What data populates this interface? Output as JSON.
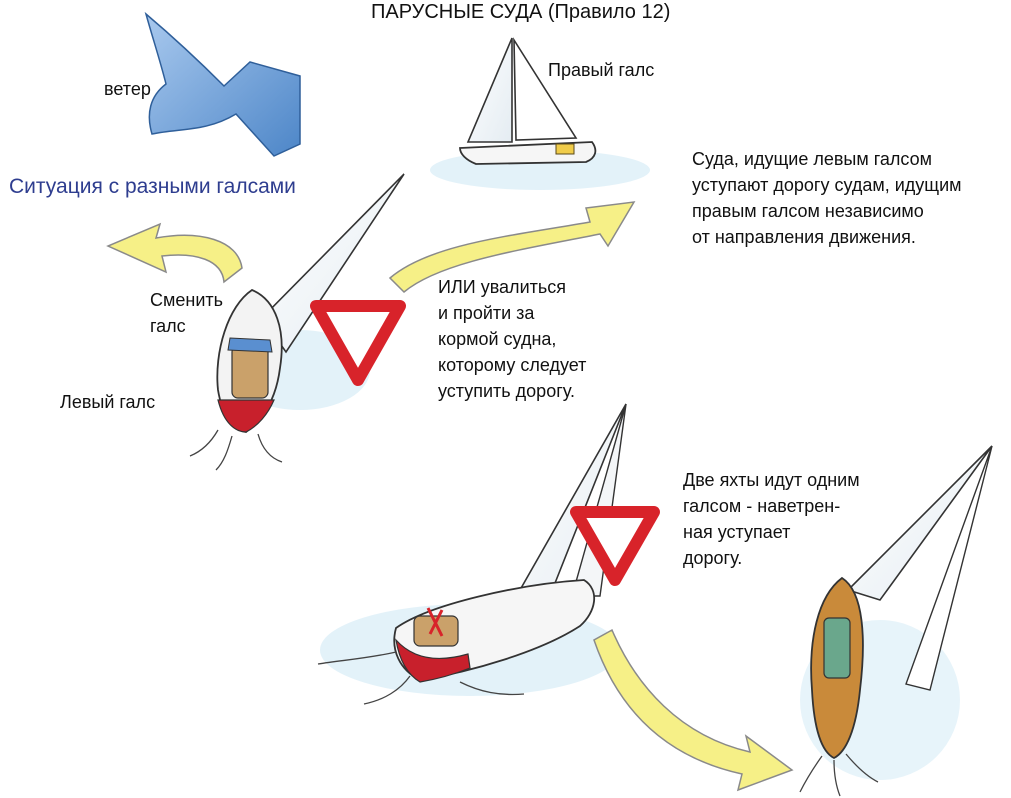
{
  "header": {
    "title": "ПАРУСНЫЕ СУДА (Правило 12)"
  },
  "wind": {
    "label": "ветер"
  },
  "scene_top": {
    "boat_label": "Правый галс"
  },
  "situation": {
    "title": "Ситуация с разными галсами"
  },
  "rule_text": "Суда, идущие левым галсом\nуступают дорогу судам, идущим\nправым галсом независимо\nот направления движения.",
  "left_boat": {
    "maneuver_label": "Сменить\nгалс",
    "tack_label": "Левый галс"
  },
  "alternative_text": "ИЛИ увалиться\nи пройти за\nкормой судна,\nкоторому следует\nуступить дорогу.",
  "same_tack_text": "Две яхты идут одним\nгалсом - наветрен-\nная уступает\nдорогу.",
  "colors": {
    "wind_arrow": "#6e9fd6",
    "maneuver_arrow": "#f6f087",
    "yield_sign": "#d8232a",
    "hull_red": "#c8202c",
    "hull_wood": "#c98a3a",
    "water": "#cfe8f5",
    "accent_text": "#2e3d8f"
  },
  "icons": [
    "wind-arrow-icon",
    "yield-sign-icon",
    "sailboat-icon",
    "curved-arrow-icon"
  ]
}
